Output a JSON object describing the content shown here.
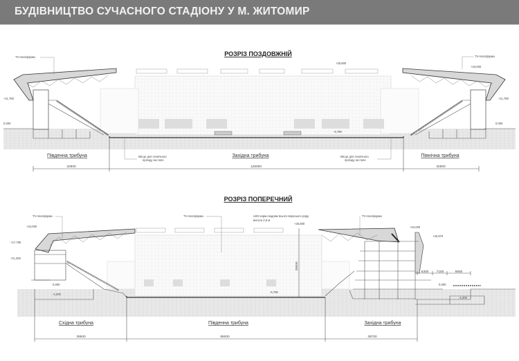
{
  "header": {
    "title": "БУДІВНИЦТВО СУЧАСНОГО СТАДІОНУ У М. ЖИТОМИР"
  },
  "longitudinal": {
    "title": "РОЗРІЗ ПОЗДОВЖНІЙ",
    "tv_left": "TV-платформа",
    "tv_right": "TV-платформа",
    "stand_left": "Південна трибуна",
    "stand_center": "Західна трибуна",
    "stand_right": "Північна трибуна",
    "dim_left": "32800",
    "dim_center": "125000",
    "dim_right": "32800",
    "note_left_1": "Місце для технічного",
    "note_left_2": "проїзду на поле",
    "note_right_1": "Місце для технічного",
    "note_right_2": "проїзду на поле",
    "elev_left_1": "+11,780",
    "elev_left_2": "0,000",
    "elev_top": "+25,800",
    "elev_right_top": "+24,000",
    "elev_right_1": "+11,780",
    "elev_right_2": "0,000",
    "elev_field": "-5,780"
  },
  "transverse": {
    "title": "РОЗРІЗ ПОПЕРЕЧНИЙ",
    "tv_left": "TV-платформа",
    "tv_center": "TV-платформа",
    "tv_right": "TV-платформа",
    "led_1": "LED-екран вздовж всього верхнього ряду",
    "led_2": "висота 2,5 м",
    "stand_left": "Східна трибуна",
    "stand_center": "Південна трибуна",
    "stand_right": "Західна трибуна",
    "dim_left": "39500",
    "dim_center": "85000",
    "dim_right": "38700",
    "dim_height": "29000",
    "dim_r1": "6300",
    "dim_r2": "7150",
    "dim_r3": "9550",
    "elev_l1": "+24,000",
    "elev_l2": "+17,780",
    "elev_l3": "+11,250",
    "elev_l4": "0,000",
    "elev_l5": "-4,200",
    "elev_top": "+25,800",
    "elev_r1": "+24,000",
    "elev_r2": "+20,970",
    "elev_r3": "0,000",
    "elev_r4": "-4,200",
    "elev_field": "-5,780"
  }
}
